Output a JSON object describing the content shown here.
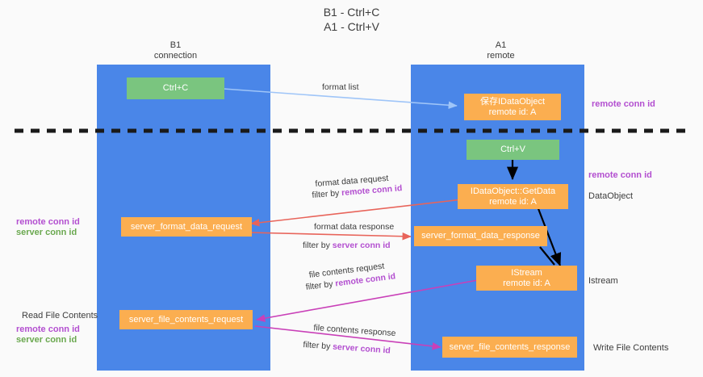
{
  "title": {
    "line1": "B1 - Ctrl+C",
    "line2": "A1 - Ctrl+V"
  },
  "columns": [
    {
      "name": "B1",
      "sub": "connection"
    },
    {
      "name": "A1",
      "sub": "remote"
    }
  ],
  "nodes": {
    "ctrl_c": {
      "l1": "Ctrl+C",
      "l2": ""
    },
    "save_idataobject": {
      "l1": "保存IDataObject",
      "l2": "remote id: A"
    },
    "ctrl_v": {
      "l1": "Ctrl+V",
      "l2": ""
    },
    "getdata": {
      "l1": "IDataObject::GetData",
      "l2": "remote id: A"
    },
    "fmt_req": {
      "l1": "server_format_data_request",
      "l2": ""
    },
    "fmt_resp": {
      "l1": "server_format_data_response",
      "l2": ""
    },
    "istream": {
      "l1": "IStream",
      "l2": "remote id: A"
    },
    "file_req": {
      "l1": "server_file_contents_request",
      "l2": ""
    },
    "file_resp": {
      "l1": "server_file_contents_response",
      "l2": ""
    }
  },
  "edge_labels": {
    "format_list": "format list",
    "format_data_request": "format data request",
    "format_data_request_filter_prefix": "filter by ",
    "format_data_request_filter_key": "remote conn id",
    "format_data_response": "format data response",
    "format_data_response_filter_prefix": "filter by ",
    "format_data_response_filter_key": "server conn id",
    "file_contents_request": "file contents request",
    "file_contents_request_filter_prefix": "filter by ",
    "file_contents_request_filter_key": "remote conn id",
    "file_contents_response": "file contents response",
    "file_contents_response_filter_prefix": "filter by ",
    "file_contents_response_filter_key": "server conn id"
  },
  "right_labels": {
    "remote_conn_id_top": "remote conn id",
    "remote_conn_id_mid": "remote conn id",
    "dataobject": "DataObject",
    "istream": "Istream",
    "write_file_contents": "Write File Contents"
  },
  "left_labels": {
    "remote_conn_id": "remote conn id",
    "server_conn_id": "server conn id",
    "read_file_contents": "Read File Contents",
    "remote_conn_id_2": "remote conn id",
    "server_conn_id_2": "server conn id"
  },
  "colors": {
    "lane": "#4a86e8",
    "node_green": "#7ac57f",
    "node_orange": "#fbae50",
    "purple": "#b34fd0",
    "green_text": "#6aa84f",
    "arrow_blue": "#9fc5f8",
    "arrow_red": "#e8645a",
    "arrow_magenta": "#c councils"
  }
}
